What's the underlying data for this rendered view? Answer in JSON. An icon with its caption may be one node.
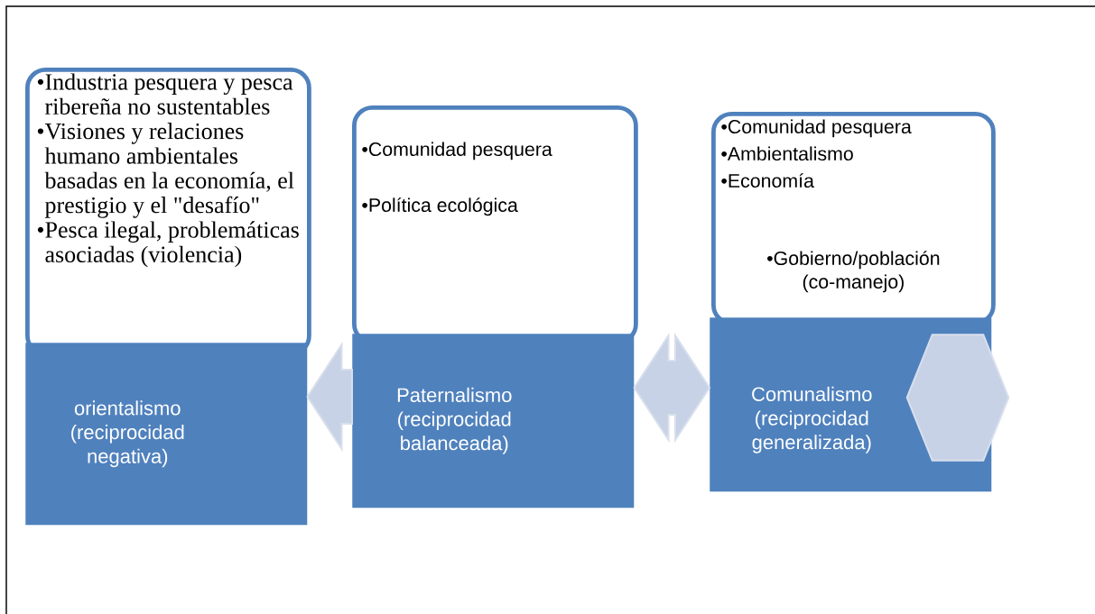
{
  "diagram": {
    "nodes": [
      {
        "text": [
          "•Industria pesquera y pesca ribereña no sustentables",
          "•Visiones y relaciones humano ambientales basadas en la economía, el prestigio y el \"desafío\"",
          "•Pesca ilegal, problemáticas asociadas (violencia)"
        ]
      },
      {
        "text": [
          "orientalismo (reciprocidad negativa)"
        ]
      },
      {
        "text": [
          "•Comunidad pesquera",
          "•Política ecológica"
        ]
      },
      {
        "text": [
          "Paternalismo (reciprocidad balanceada)"
        ]
      },
      {
        "text": [
          "•Comunidad pesquera",
          "•Ambientalismo",
          "•Economía",
          "•Gobierno/población (co-manejo)"
        ]
      },
      {
        "text": [
          "Comunalismo (reciprocidad generalizada)"
        ]
      },
      {
        "text": [],
        "shape": "hexagon"
      }
    ],
    "edges": [
      {
        "from": 3,
        "to": 1,
        "arrow": "to"
      },
      {
        "from": 3,
        "to": 5,
        "arrow": "both"
      }
    ]
  }
}
